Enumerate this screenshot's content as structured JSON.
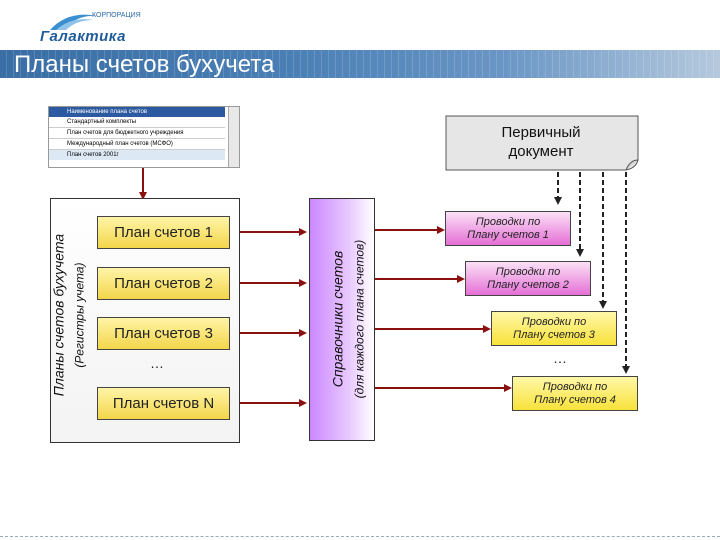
{
  "logo": {
    "small_text": "КОРПОРАЦИЯ",
    "name": "Галактика"
  },
  "slide_title": "Планы счетов бухучета",
  "primary_document": {
    "line1": "Первичный",
    "line2": "документ"
  },
  "left_group": {
    "title": "Планы счетов бухучета",
    "subtitle": "(Регистры учета)"
  },
  "plans": [
    "План счетов 1",
    "План счетов 2",
    "План счетов 3",
    "План счетов N"
  ],
  "plans_ellipsis": "…",
  "directories": {
    "title": "Справочники счетов",
    "subtitle": "(для каждого плана счетов)"
  },
  "entries": [
    {
      "line1": "Проводки по",
      "line2": "Плану счетов 1",
      "color": "pink"
    },
    {
      "line1": "Проводки по",
      "line2": "Плану счетов 2",
      "color": "pink"
    },
    {
      "line1": "Проводки по",
      "line2": "Плану счетов 3",
      "color": "yellow"
    },
    {
      "line1": "Проводки по",
      "line2": "Плану счетов 4",
      "color": "yellow"
    }
  ],
  "entries_ellipsis": "…",
  "screenshot_rows": [
    "Наименование плана счетов",
    "Стандартный комплекты",
    "План счетов для бюджетного учреждения",
    "Международный план счетов (МСФО)",
    "План счетов 2001г"
  ],
  "colors": {
    "title_bar": "#3a6ea5",
    "arrow": "#8b1010",
    "plan_fill": "#f3d64a",
    "directory_fill": "#cc88ff",
    "pink_fill": "#e56fd6",
    "yellow_fill": "#f8e23a"
  }
}
